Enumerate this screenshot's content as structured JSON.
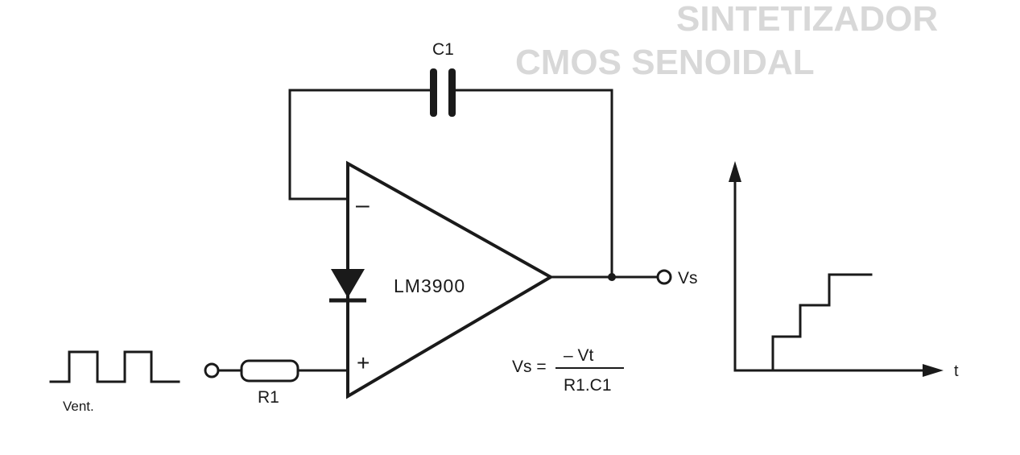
{
  "labels": {
    "capacitor": "C1",
    "resistor": "R1",
    "opamp": "LM3900",
    "minus": "–",
    "plus": "+",
    "output": "Vs",
    "input": "Vent.",
    "time_axis": "t"
  },
  "formula": {
    "lhs": "Vs =",
    "numerator": "– Vt",
    "denominator": "R1.C1"
  },
  "bleed_through": {
    "line1": "SINTETIZADOR",
    "line2": "CMOS SENOIDAL"
  },
  "colors": {
    "ink": "#1a1a1a",
    "paper": "#ffffff",
    "bleed": "#d8d8d8"
  }
}
